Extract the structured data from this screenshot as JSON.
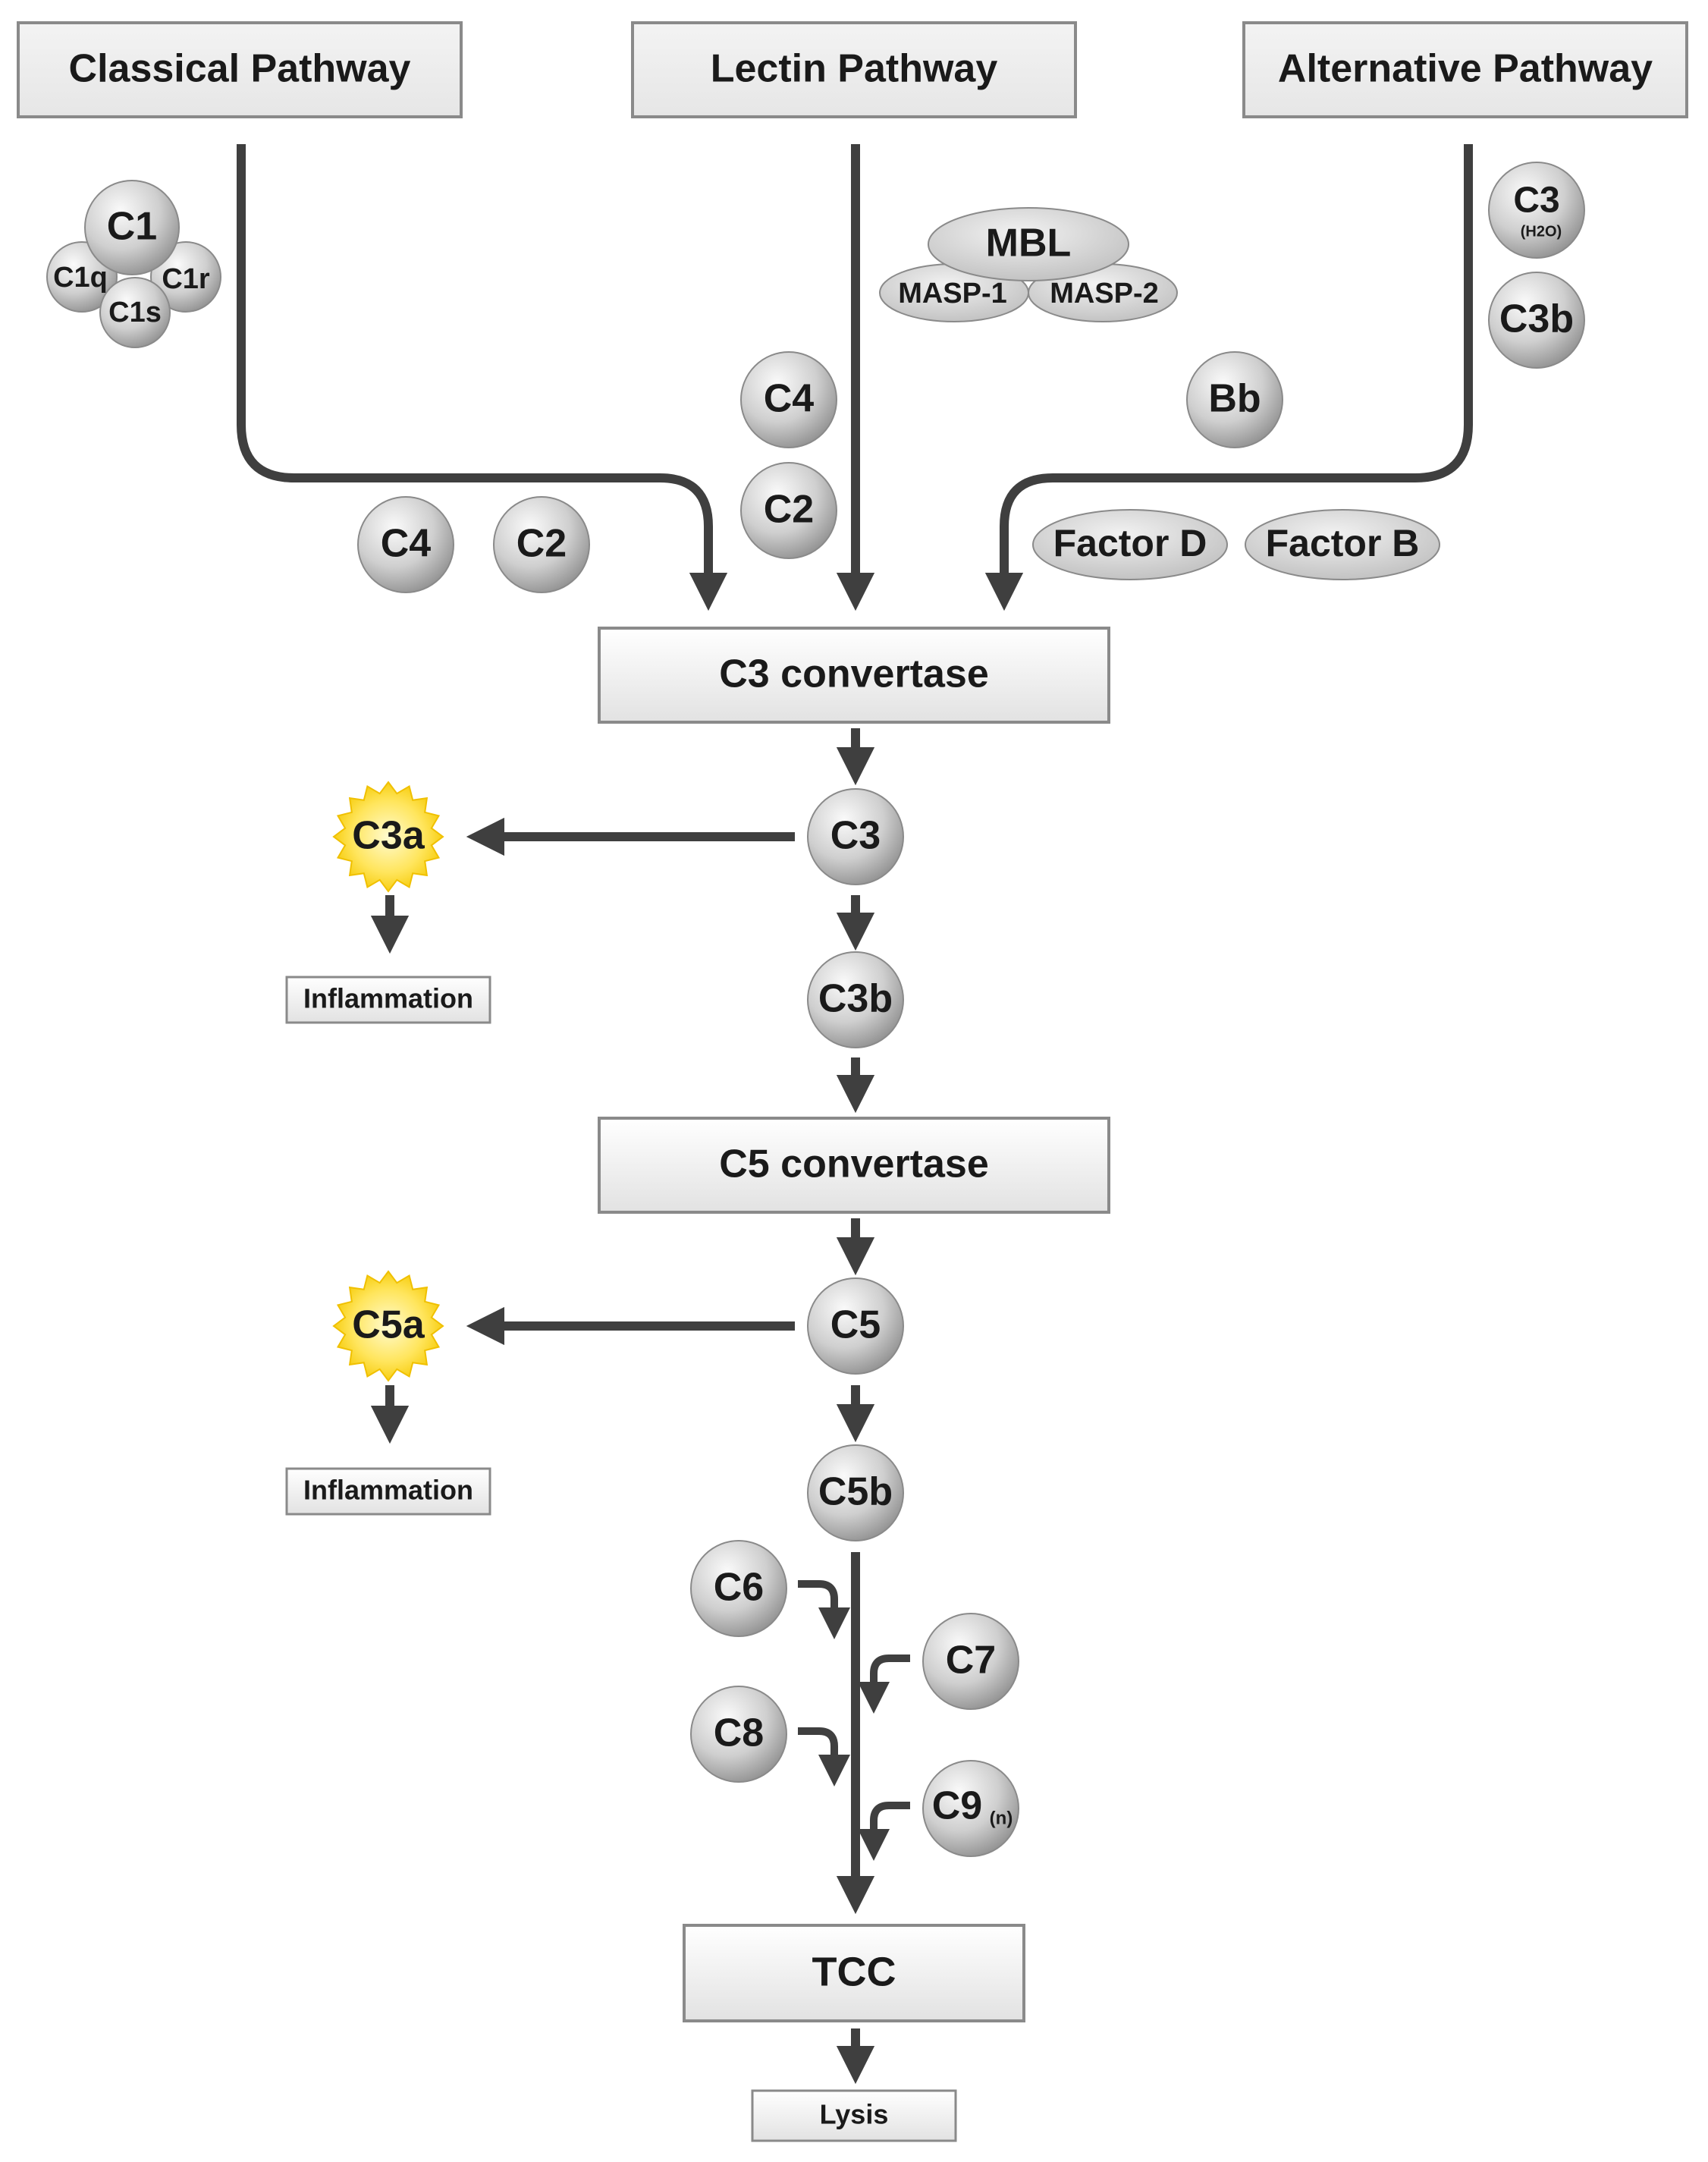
{
  "pathways": {
    "classical": "Classical Pathway",
    "lectin": "Lectin Pathway",
    "alternative": "Alternative Pathway"
  },
  "classical_components": {
    "c1": "C1",
    "c1q": "C1q",
    "c1r": "C1r",
    "c1s": "C1s",
    "c4": "C4",
    "c2": "C2"
  },
  "lectin_components": {
    "mbl": "MBL",
    "masp1": "MASP-1",
    "masp2": "MASP-2",
    "c4": "C4",
    "c2": "C2"
  },
  "alternative_components": {
    "c3_main": "C3",
    "c3_sub": "(H2O)",
    "c3b": "C3b",
    "bb": "Bb",
    "factor_d": "Factor D",
    "factor_b": "Factor B"
  },
  "cascade": {
    "c3_convertase": "C3 convertase",
    "c3": "C3",
    "c3a": "C3a",
    "inflammation_1": "Inflammation",
    "c3b": "C3b",
    "c5_convertase": "C5 convertase",
    "c5": "C5",
    "c5a": "C5a",
    "inflammation_2": "Inflammation",
    "c5b": "C5b",
    "c6": "C6",
    "c7": "C7",
    "c8": "C8",
    "c9_main": "C9",
    "c9_sub": "(n)",
    "tcc": "TCC",
    "lysis": "Lysis"
  },
  "colors": {
    "line": "#3f3f3f",
    "box_stroke": "#8a8a8a",
    "text": "#1a1a1a",
    "sphere_light": "#f5f5f5",
    "sphere_dark": "#8c8c8c",
    "star_light": "#fffbd0",
    "star_dark": "#f5c800"
  }
}
